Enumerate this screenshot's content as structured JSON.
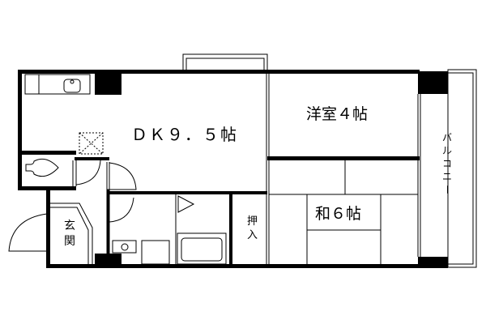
{
  "rooms": {
    "dk": "ＤＫ９．５帖",
    "western": "洋室４帖",
    "japanese": "和６帖",
    "closet": [
      "押",
      "入"
    ],
    "entrance": [
      "玄",
      "関"
    ],
    "balcony": [
      "バ",
      "ル",
      "コ",
      "ニ",
      "ー"
    ]
  },
  "colors": {
    "wall": "#000000",
    "line": "#000000",
    "background": "#ffffff"
  }
}
